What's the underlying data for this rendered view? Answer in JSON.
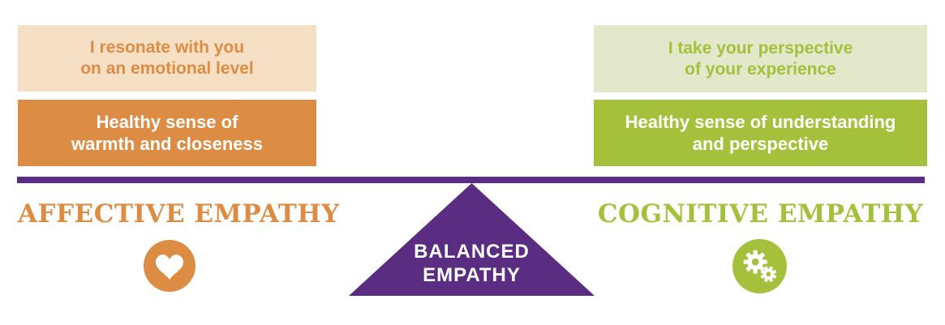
{
  "colors": {
    "affective_accent": "#dd8c44",
    "affective_light": "#f5e0c5",
    "cognitive_accent": "#a5c13c",
    "cognitive_light": "#e3e8ca",
    "balance_purple": "#5b2d82",
    "text_on_solid": "#ffffff",
    "background": "#ffffff"
  },
  "affective": {
    "heading": "AFFECTIVE EMPATHY",
    "icon": "heart-icon",
    "thought": {
      "line1": "I resonate with you",
      "line2": "on an emotional level"
    },
    "healthy": {
      "line1": "Healthy sense of",
      "line2": "warmth and closeness"
    }
  },
  "cognitive": {
    "heading": "COGNITIVE EMPATHY",
    "icon": "gears-icon",
    "thought": {
      "line1": "I take your perspective",
      "line2": "of your experience"
    },
    "healthy": {
      "line1": "Healthy sense of understanding",
      "line2": "and perspective"
    }
  },
  "balance": {
    "line1": "BALANCED",
    "line2": "EMPATHY"
  }
}
